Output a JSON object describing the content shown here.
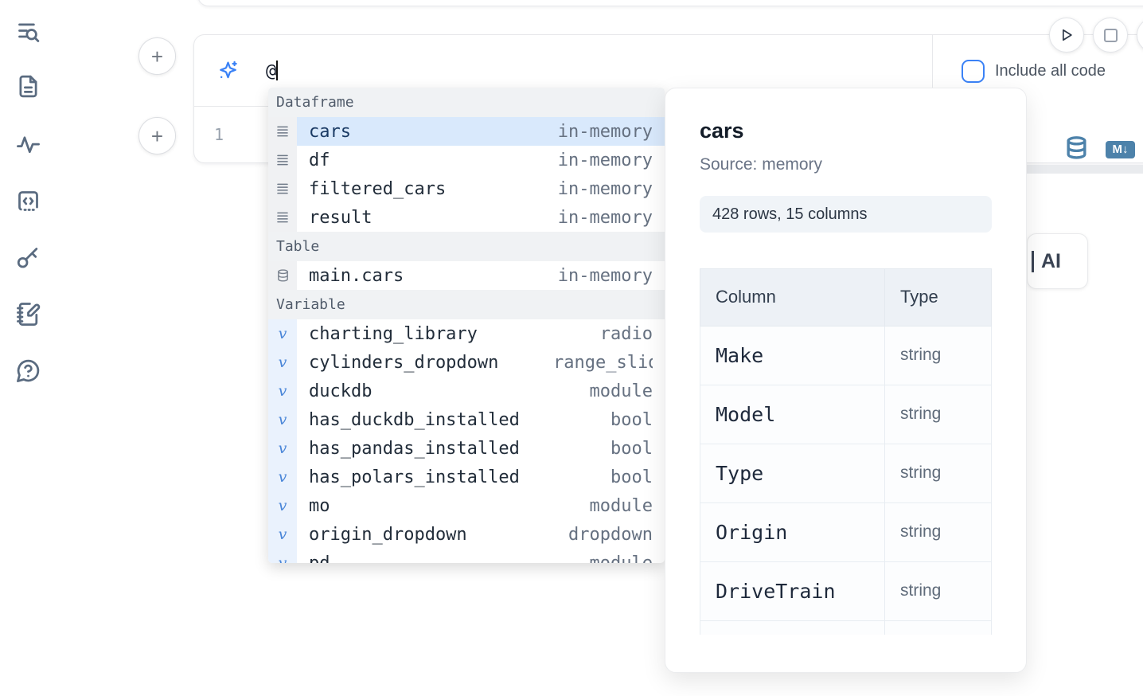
{
  "colors": {
    "accent_blue": "#3b82f6",
    "steel_blue_icon": "#4d82aa",
    "selected_row_bg": "#d9e9fc",
    "selected_row_text": "#1a3a64"
  },
  "sidebar": {
    "icons": [
      {
        "name": "search-list-icon"
      },
      {
        "name": "file-document-icon"
      },
      {
        "name": "activity-icon"
      },
      {
        "name": "code-snippet-icon"
      },
      {
        "name": "key-icon"
      },
      {
        "name": "notebook-pen-icon"
      },
      {
        "name": "help-chat-icon"
      }
    ]
  },
  "prev_cell": {},
  "add_buttons": {
    "plus_label": "+"
  },
  "cell": {
    "ai_icon": "sparkles-icon",
    "prompt_value": "@",
    "line_number": "1",
    "include_all_code_label": "Include all code"
  },
  "toolbar": {
    "run_icon": "play-icon",
    "stop_icon": "stop-icon"
  },
  "right_icons": {
    "database_icon": "database-icon",
    "markdown_badge_label": "M↓"
  },
  "ai_partial_button": {
    "label": "AI"
  },
  "autocomplete": {
    "sections": [
      {
        "label": "Dataframe",
        "rows": [
          {
            "icon": "menu-icon",
            "gutter": "gray",
            "name": "cars",
            "detail": "in-memory",
            "selected": true
          },
          {
            "icon": "menu-icon",
            "gutter": "gray",
            "name": "df",
            "detail": "in-memory",
            "selected": false
          },
          {
            "icon": "menu-icon",
            "gutter": "gray",
            "name": "filtered_cars",
            "detail": "in-memory",
            "selected": false
          },
          {
            "icon": "menu-icon",
            "gutter": "gray",
            "name": "result",
            "detail": "in-memory",
            "selected": false
          }
        ]
      },
      {
        "label": "Table",
        "rows": [
          {
            "icon": "database-icon",
            "gutter": "gray",
            "name": "main.cars",
            "detail": "in-memory",
            "selected": false
          }
        ]
      },
      {
        "label": "Variable",
        "rows": [
          {
            "icon": "variable-icon",
            "gutter": "blue",
            "name": "charting_library",
            "detail": "radio",
            "selected": false
          },
          {
            "icon": "variable-icon",
            "gutter": "blue",
            "name": "cylinders_dropdown",
            "detail": "range_slider",
            "selected": false
          },
          {
            "icon": "variable-icon",
            "gutter": "blue",
            "name": "duckdb",
            "detail": "module",
            "selected": false
          },
          {
            "icon": "variable-icon",
            "gutter": "blue",
            "name": "has_duckdb_installed",
            "detail": "bool",
            "selected": false
          },
          {
            "icon": "variable-icon",
            "gutter": "blue",
            "name": "has_pandas_installed",
            "detail": "bool",
            "selected": false
          },
          {
            "icon": "variable-icon",
            "gutter": "blue",
            "name": "has_polars_installed",
            "detail": "bool",
            "selected": false
          },
          {
            "icon": "variable-icon",
            "gutter": "blue",
            "name": "mo",
            "detail": "module",
            "selected": false
          },
          {
            "icon": "variable-icon",
            "gutter": "blue",
            "name": "origin_dropdown",
            "detail": "dropdown",
            "selected": false
          },
          {
            "icon": "variable-icon",
            "gutter": "blue",
            "name": "pd",
            "detail": "module",
            "selected": false
          }
        ]
      }
    ]
  },
  "preview": {
    "title": "cars",
    "source": "Source: memory",
    "shape_badge": "428 rows, 15 columns",
    "table": {
      "headers": [
        "Column",
        "Type"
      ],
      "rows": [
        [
          "Make",
          "string"
        ],
        [
          "Model",
          "string"
        ],
        [
          "Type",
          "string"
        ],
        [
          "Origin",
          "string"
        ],
        [
          "DriveTrain",
          "string"
        ],
        [
          "",
          ""
        ]
      ]
    }
  }
}
